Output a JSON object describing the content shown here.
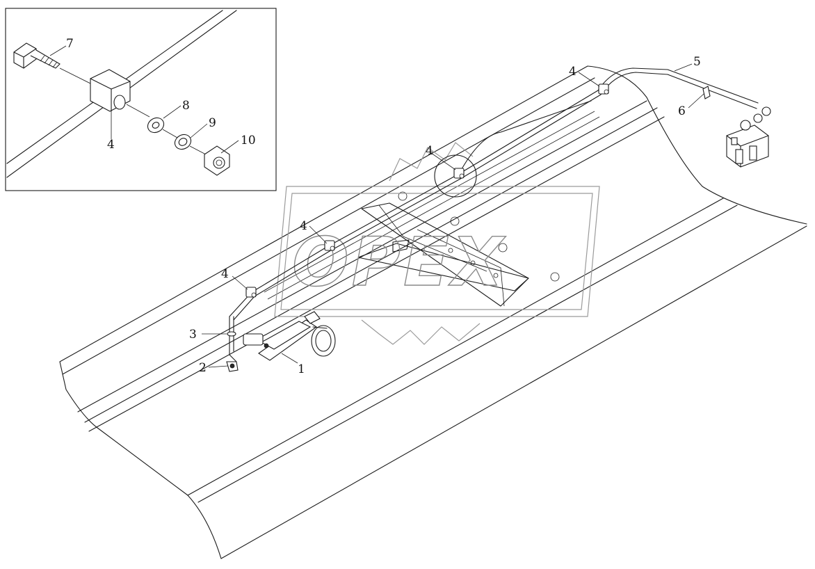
{
  "diagram": {
    "callouts": {
      "c1": "1",
      "c2": "2",
      "c3": "3",
      "c4a": "4",
      "c4b": "4",
      "c4c": "4",
      "c4d": "4",
      "c4e": "4",
      "c5": "5",
      "c6": "6",
      "c7": "7",
      "c8": "8",
      "c9": "9",
      "c10": "10"
    },
    "watermark": "OPEX",
    "colors": {
      "line": "#1a1a1a",
      "watermark": "#8a8a8a",
      "background": "#ffffff"
    }
  }
}
